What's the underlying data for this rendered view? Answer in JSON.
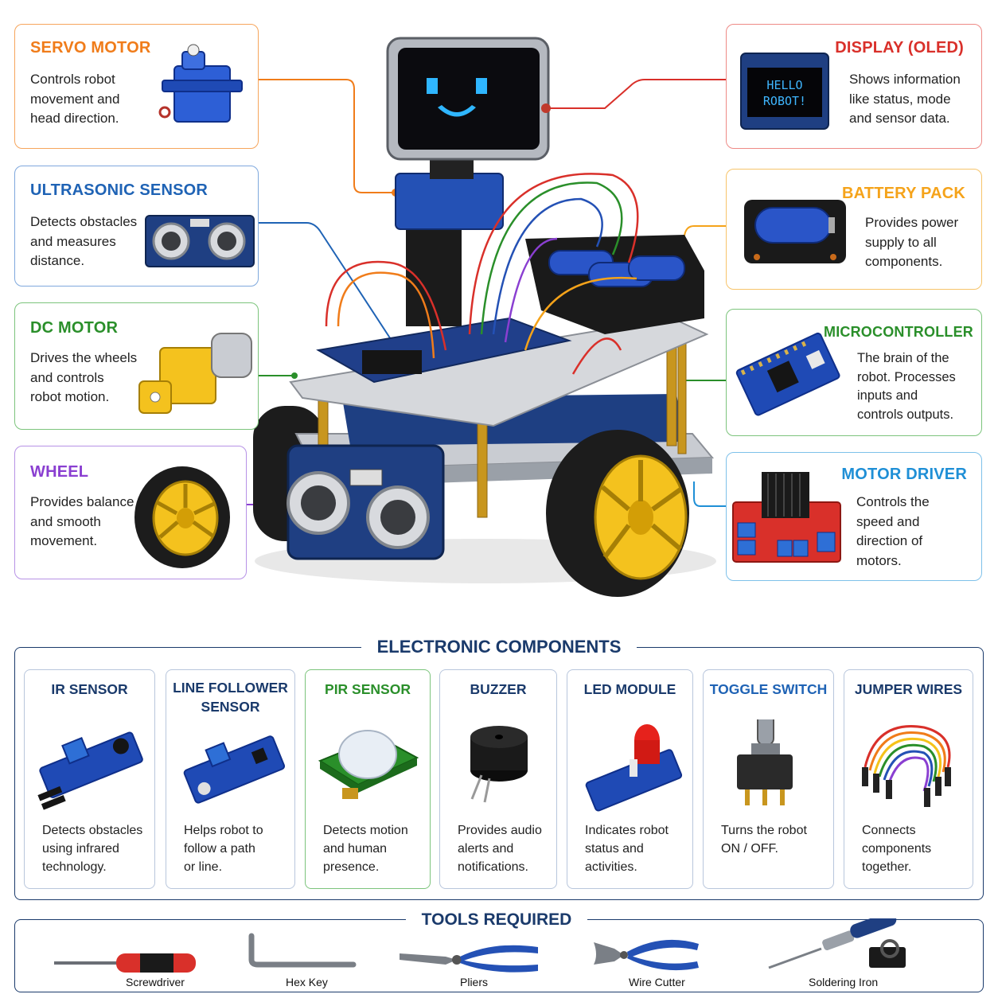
{
  "callouts": {
    "servo": {
      "title": "SERVO MOTOR",
      "desc": [
        "Controls robot",
        "movement and",
        "head direction."
      ],
      "color": "#f07c1a"
    },
    "display": {
      "title": "DISPLAY (OLED)",
      "desc": [
        "Shows information",
        "like status, mode",
        "and sensor data."
      ],
      "color": "#d9302a",
      "screen": [
        "HELLO",
        "ROBOT!"
      ]
    },
    "ultrasonic": {
      "title": "ULTRASONIC SENSOR",
      "desc": [
        "Detects obstacles",
        "and measures",
        "distance."
      ],
      "color": "#1f63b5"
    },
    "battery": {
      "title": "BATTERY PACK",
      "desc": [
        "Provides power",
        "supply to all",
        "components."
      ],
      "color": "#f5a31a"
    },
    "dc_motor": {
      "title": "DC MOTOR",
      "desc": [
        "Drives the wheels",
        "and controls",
        "robot motion."
      ],
      "color": "#2a8f2a"
    },
    "microcontroller": {
      "title": "MICROCONTROLLER",
      "desc": [
        "The brain of the",
        "robot. Processes",
        "inputs and",
        "controls outputs."
      ],
      "color": "#2a8f2a"
    },
    "wheel": {
      "title": "WHEEL",
      "desc": [
        "Provides balance",
        "and smooth",
        "movement."
      ],
      "color": "#8a3fd1"
    },
    "motor_driver": {
      "title": "MOTOR DRIVER",
      "desc": [
        "Controls the",
        "speed and",
        "direction of",
        "motors."
      ],
      "color": "#1f8fd6"
    }
  },
  "electronic_components": {
    "heading": "ELECTRONIC COMPONENTS",
    "items": [
      {
        "title": [
          "IR SENSOR"
        ],
        "desc": [
          "Detects obstacles",
          "using infrared",
          "technology."
        ],
        "icon": "ir-sensor-icon"
      },
      {
        "title": [
          "LINE FOLLOWER",
          "SENSOR"
        ],
        "desc": [
          "Helps robot to",
          "follow a path",
          "or line."
        ],
        "icon": "line-follower-icon"
      },
      {
        "title": [
          "PIR SENSOR"
        ],
        "desc": [
          "Detects motion",
          "and human",
          "presence."
        ],
        "icon": "pir-sensor-icon",
        "color": "#2a8f2a"
      },
      {
        "title": [
          "BUZZER"
        ],
        "desc": [
          "Provides audio",
          "alerts and",
          "notifications."
        ],
        "icon": "buzzer-icon"
      },
      {
        "title": [
          "LED MODULE"
        ],
        "desc": [
          "Indicates robot",
          "status and",
          "activities."
        ],
        "icon": "led-module-icon"
      },
      {
        "title": [
          "TOGGLE SWITCH"
        ],
        "desc": [
          "Turns the robot",
          "ON / OFF."
        ],
        "icon": "toggle-switch-icon",
        "color": "#1f63b5"
      },
      {
        "title": [
          "JUMPER WIRES"
        ],
        "desc": [
          "Connects",
          "components",
          "together."
        ],
        "icon": "jumper-wires-icon"
      }
    ]
  },
  "tools": {
    "heading": "TOOLS REQUIRED",
    "items": [
      {
        "label": "Screwdriver",
        "icon": "screwdriver-icon"
      },
      {
        "label": "Hex Key",
        "icon": "hex-key-icon"
      },
      {
        "label": "Pliers",
        "icon": "pliers-icon"
      },
      {
        "label": "Wire Cutter",
        "icon": "wire-cutter-icon"
      },
      {
        "label": "Soldering Iron",
        "icon": "soldering-iron-icon"
      }
    ]
  }
}
